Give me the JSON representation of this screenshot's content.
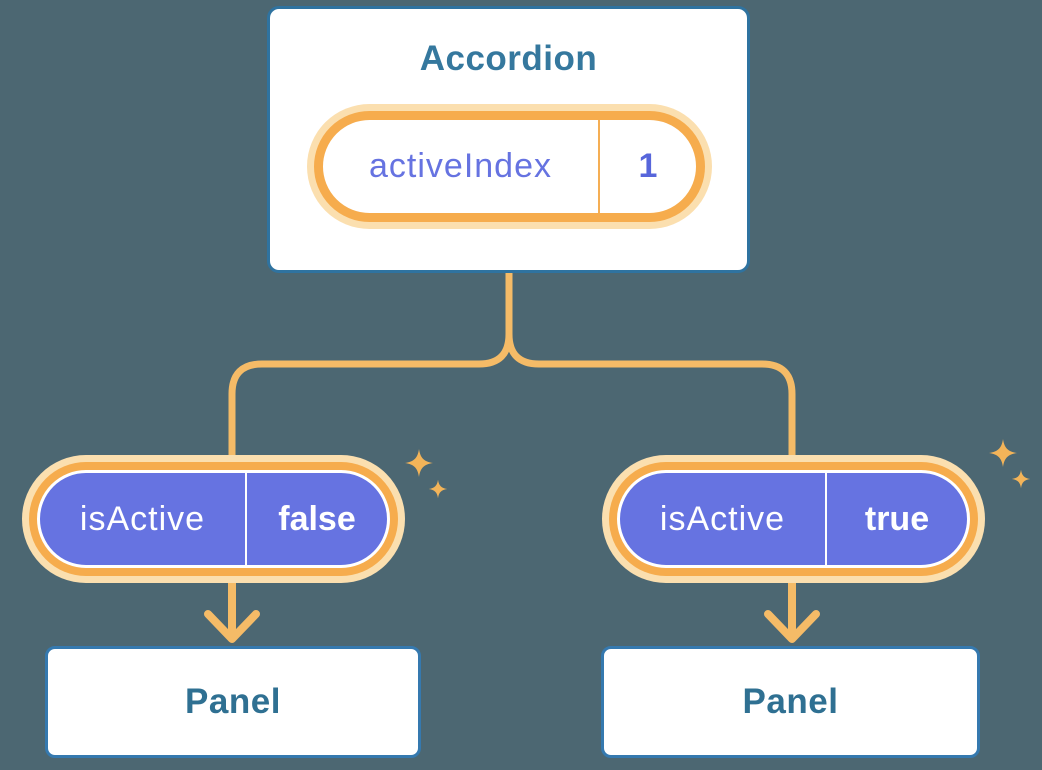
{
  "diagram": {
    "root": {
      "title": "Accordion",
      "state": {
        "name": "activeIndex",
        "value": "1"
      }
    },
    "children": [
      {
        "prop": {
          "name": "isActive",
          "value": "false"
        },
        "panel_label": "Panel"
      },
      {
        "prop": {
          "name": "isActive",
          "value": "true"
        },
        "panel_label": "Panel"
      }
    ]
  },
  "icons": [
    {
      "name": "sparkle-icon",
      "meaning": "state highlight sparkles next to each state pill"
    },
    {
      "name": "arrow-down-icon",
      "meaning": "data flow arrow from prop pill to panel"
    }
  ],
  "colors": {
    "background": "#4C6772",
    "card_border": "#2F73A0",
    "card_title_text": "#35789E",
    "panel_border": "#3579AF",
    "panel_text": "#2F7092",
    "pill_ring_orange": "#F6AC4D",
    "pill_glow": "#FBDFAF",
    "pill_purple": "#6673E1",
    "state_name_text": "#6673E1",
    "state_value_text": "#5766DB",
    "connector_line": "#F5BB67",
    "sparkle": "#F3B459"
  }
}
